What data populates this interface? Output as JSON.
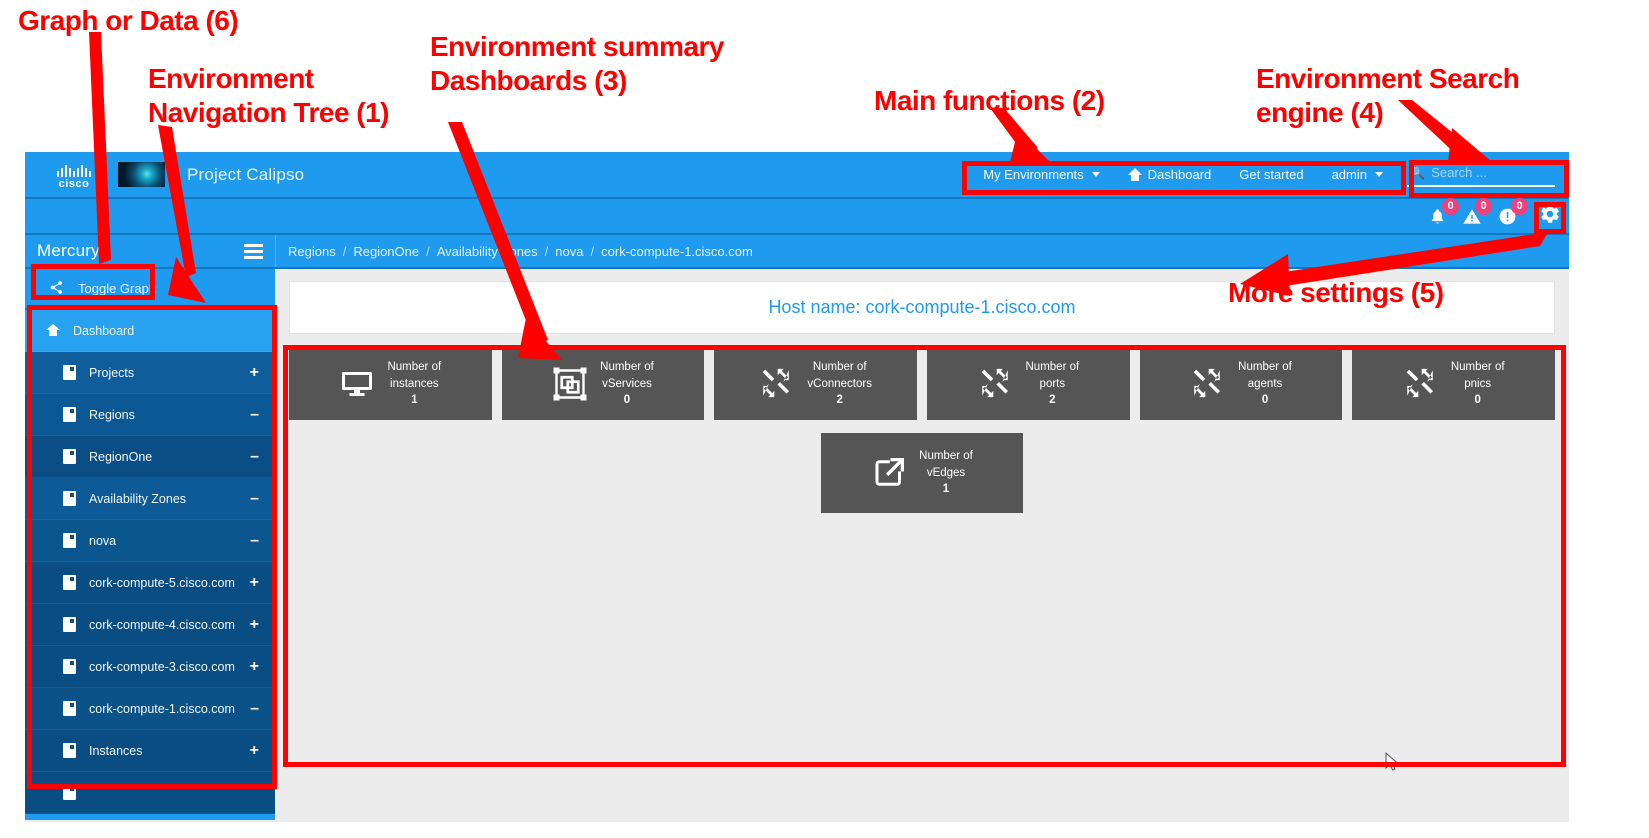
{
  "annotations": [
    {
      "id": "a6",
      "text": "Graph or Data (6)"
    },
    {
      "id": "a1",
      "text": "Environment\nNavigation Tree (1)"
    },
    {
      "id": "a3",
      "text": "Environment summary\nDashboards (3)"
    },
    {
      "id": "a2",
      "text": "Main functions (2)"
    },
    {
      "id": "a4",
      "text": "Environment Search\nengine (4)"
    },
    {
      "id": "a5",
      "text": "More settings (5)"
    }
  ],
  "colors": {
    "brand_blue": "#1e9aef",
    "annotation_red": "#fe0000",
    "card_gray": "#555555",
    "badge_pink": "#f0417c",
    "content_bg": "#ececec"
  },
  "topbar": {
    "logo_text": "cisco",
    "brand_title": "Project Calipso",
    "nav": [
      {
        "label": "My Environments",
        "icon": "chevron-down-icon",
        "has_caret": true
      },
      {
        "label": "Dashboard",
        "icon": "home-icon",
        "has_caret": false
      },
      {
        "label": "Get started",
        "icon": "",
        "has_caret": false
      },
      {
        "label": "admin",
        "icon": "chevron-down-icon",
        "has_caret": true
      }
    ],
    "search": {
      "placeholder": "Search ...",
      "value": "",
      "icon": "search-icon"
    }
  },
  "alertbar": {
    "items": [
      {
        "icon": "bell-icon",
        "count": "0"
      },
      {
        "icon": "warning-triangle-icon",
        "count": "0"
      },
      {
        "icon": "exclamation-circle-icon",
        "count": "0"
      }
    ],
    "settings_icon": "gear-icon"
  },
  "breadcrumbbar": {
    "env_title": "Mercury",
    "menu_icon": "hamburger-icon",
    "crumbs": [
      "Regions",
      "RegionOne",
      "Availability Zones",
      "nova",
      "cork-compute-1.cisco.com"
    ],
    "separator": "/"
  },
  "sidebar": {
    "toggle_graph": {
      "label": "Toggle Graph",
      "icon": "share-icon"
    },
    "items": [
      {
        "label": "Dashboard",
        "icon": "home-icon",
        "expander": "",
        "level": 0
      },
      {
        "label": "Projects",
        "icon": "doc-icon",
        "expander": "+",
        "level": 1
      },
      {
        "label": "Regions",
        "icon": "doc-icon",
        "expander": "–",
        "level": 1
      },
      {
        "label": "RegionOne",
        "icon": "doc-icon",
        "expander": "–",
        "level": 1
      },
      {
        "label": "Availability Zones",
        "icon": "doc-icon",
        "expander": "–",
        "level": 1
      },
      {
        "label": "nova",
        "icon": "doc-icon",
        "expander": "–",
        "level": 1
      },
      {
        "label": "cork-compute-5.cisco.com",
        "icon": "doc-icon",
        "expander": "+",
        "level": 1
      },
      {
        "label": "cork-compute-4.cisco.com",
        "icon": "doc-icon",
        "expander": "+",
        "level": 1
      },
      {
        "label": "cork-compute-3.cisco.com",
        "icon": "doc-icon",
        "expander": "+",
        "level": 1
      },
      {
        "label": "cork-compute-1.cisco.com",
        "icon": "doc-icon",
        "expander": "–",
        "level": 1
      },
      {
        "label": "Instances",
        "icon": "doc-icon",
        "expander": "+",
        "level": 1
      }
    ]
  },
  "main": {
    "host_label": "Host name: cork-compute-1.cisco.com",
    "cards": [
      {
        "title": "Number of",
        "subtitle": "instances",
        "value": "1",
        "icon": "monitor-icon"
      },
      {
        "title": "Number of",
        "subtitle": "vServices",
        "value": "0",
        "icon": "group-objects-icon"
      },
      {
        "title": "Number of",
        "subtitle": "vConnectors",
        "value": "2",
        "icon": "compress-arrows-icon"
      },
      {
        "title": "Number of",
        "subtitle": "ports",
        "value": "2",
        "icon": "compress-arrows-icon"
      },
      {
        "title": "Number of",
        "subtitle": "agents",
        "value": "0",
        "icon": "compress-arrows-icon"
      },
      {
        "title": "Number of",
        "subtitle": "pnics",
        "value": "0",
        "icon": "compress-arrows-icon"
      }
    ],
    "card_single": {
      "title": "Number of",
      "subtitle": "vEdges",
      "value": "1",
      "icon": "external-link-icon"
    }
  }
}
